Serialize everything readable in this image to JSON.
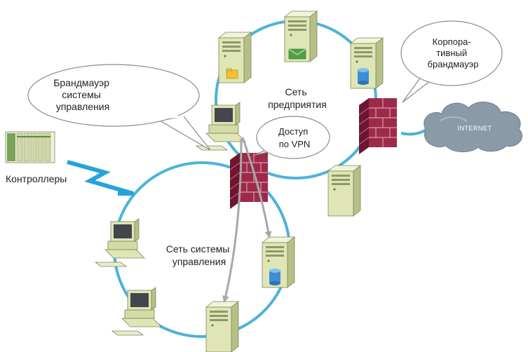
{
  "labels": {
    "enterprise_network": [
      "Сеть",
      "предприятия"
    ],
    "control_network": [
      "Сеть системы",
      "управления"
    ],
    "controllers": "Контроллеры",
    "internet": "INTERNET"
  },
  "callouts": {
    "control_firewall": [
      "Брандмауэр",
      "системы",
      "управления"
    ],
    "corporate_firewall": [
      "Корпора-",
      "тивный",
      "брандмауэр"
    ],
    "vpn_access": [
      "Доступ",
      "по VPN"
    ]
  },
  "colors": {
    "ring": "#4db3d9",
    "firewall": "#9e2a4a",
    "server_body": "#dfe5b4",
    "cloud": "#8a9aa6",
    "vpn_arrow": "#a8a8a8"
  },
  "icons": {
    "mail_server": "envelope-icon",
    "file_server": "folder-icon",
    "db_server": "database-icon"
  }
}
